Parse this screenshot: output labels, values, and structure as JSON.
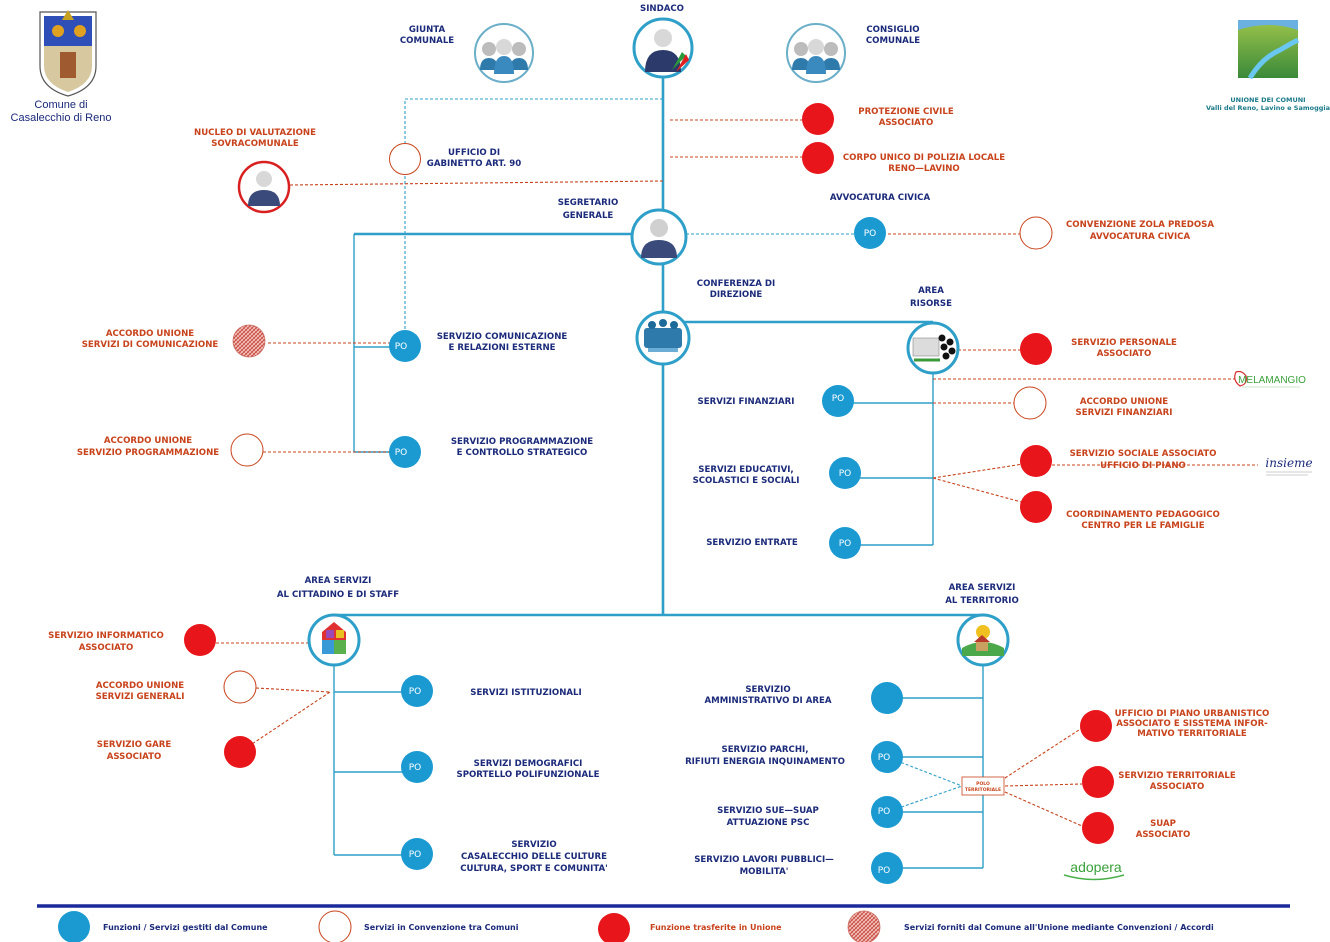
{
  "colors": {
    "blue": "#1b9ad2",
    "red": "#e8151b",
    "label_blue": "#1b2a7a",
    "label_red": "#c8431b",
    "line": "#2e9fc8"
  },
  "header": {
    "comune_line1": "Comune di",
    "comune_line2": "Casalecchio di Reno",
    "unione_line1": "UNIONE DEI COMUNI",
    "unione_line2": "Valli del Reno, Lavino e Samoggia"
  },
  "top": {
    "sindaco": "SINDACO",
    "giunta": [
      "GIUNTA",
      "COMUNALE"
    ],
    "consiglio": [
      "CONSIGLIO",
      "COMUNALE"
    ]
  },
  "left_staff": {
    "nucleo": [
      "NUCLEO DI VALUTAZIONE",
      "SOVRACOMUNALE"
    ],
    "gabinetto": [
      "UFFICIO DI",
      "GABINETTO ART. 90"
    ],
    "protezione": [
      "PROTEZIONE CIVILE",
      "ASSOCIATO"
    ],
    "polizia": [
      "CORPO UNICO DI POLIZIA LOCALE",
      "RENO—LAVINO"
    ]
  },
  "segretario": {
    "title": [
      "SEGRETARIO",
      "GENERALE"
    ],
    "avvocatura": "AVVOCATURA CIVICA",
    "zola": [
      "CONVENZIONE ZOLA PREDOSA",
      "AVVOCATURA CIVICA"
    ],
    "conferenza": [
      "CONFERENZA DI",
      "DIREZIONE"
    ],
    "comunicazione": [
      "SERVIZIO COMUNICAZIONE",
      "E RELAZIONI ESTERNE"
    ],
    "accordo_comunicazione": [
      "ACCORDO UNIONE",
      "SERVIZI DI COMUNICAZIONE"
    ],
    "programmazione": [
      "SERVIZIO  PROGRAMMAZIONE",
      "E CONTROLLO STRATEGICO"
    ],
    "accordo_programmazione": [
      "ACCORDO UNIONE",
      "SERVIZIO  PROGRAMMAZIONE"
    ]
  },
  "area_risorse": {
    "title": [
      "AREA",
      "RISORSE"
    ],
    "personale": [
      "SERVIZIO PERSONALE",
      "ASSOCIATO"
    ],
    "melamangio": "MELAMANGIO",
    "finanziari": "SERVIZI FINANZIARI",
    "accordo_finanziari": [
      "ACCORDO UNIONE",
      "SERVIZI FINANZIARI"
    ],
    "educativi": [
      "SERVIZI EDUCATIVI,",
      "SCOLASTICI E  SOCIALI"
    ],
    "sociale": [
      "SERVIZIO SOCIALE ASSOCIATO",
      "UFFICIO DI PIANO"
    ],
    "insieme": "insieme",
    "pedagogico": [
      "COORDINAMENTO PEDAGOGICO",
      "CENTRO PER LE FAMIGLIE"
    ],
    "entrate": "SERVIZIO ENTRATE"
  },
  "area_cittadino": {
    "title": [
      "AREA SERVIZI",
      "AL CITTADINO E DI STAFF"
    ],
    "informatico": [
      "SERVIZIO INFORMATICO",
      "ASSOCIATO"
    ],
    "accordo_generali": [
      "ACCORDO UNIONE",
      "SERVIZI GENERALI"
    ],
    "gare": [
      "SERVIZIO GARE",
      "ASSOCIATO"
    ],
    "istituzionali": "SERVIZI ISTITUZIONALI",
    "demografici": [
      "SERVIZI DEMOGRAFICI",
      "SPORTELLO POLIFUNZIONALE"
    ],
    "culture": [
      "SERVIZIO",
      "CASALECCHIO DELLE CULTURE",
      "CULTURA, SPORT E COMUNITA'"
    ]
  },
  "area_territorio": {
    "title": [
      "AREA SERVIZI",
      "AL TERRITORIO"
    ],
    "amministrativo": [
      "SERVIZIO",
      "AMMINISTRATIVO DI AREA"
    ],
    "parchi": [
      "SERVIZIO PARCHI,",
      "RIFIUTI ENERGIA INQUINAMENTO"
    ],
    "sue": [
      "SERVIZIO SUE—SUAP",
      "ATTUAZIONE PSC"
    ],
    "lavori": [
      "SERVIZIO LAVORI PUBBLICI—",
      "MOBILITA'"
    ],
    "polo": [
      "POLO",
      "TERRITORIALE"
    ],
    "urbanistico": [
      "UFFICIO DI PIANO URBANISTICO",
      "ASSOCIATO E SISSTEMA INFOR-",
      "MATIVO TERRITORIALE"
    ],
    "territoriale": [
      "SERVIZIO TERRITORIALE",
      "ASSOCIATO"
    ],
    "suap": [
      "SUAP",
      "ASSOCIATO"
    ],
    "adopera": "adopera"
  },
  "po_label": "PO",
  "legend": [
    {
      "type": "blue",
      "label": "Funzioni / Servizi gestiti dal Comune"
    },
    {
      "type": "open",
      "label": "Servizi in Convenzione tra Comuni"
    },
    {
      "type": "red",
      "label": "Funzione trasferite in Unione"
    },
    {
      "type": "hatch",
      "label": "Servizi forniti dal Comune all'Unione mediante Convenzioni / Accordi"
    }
  ]
}
